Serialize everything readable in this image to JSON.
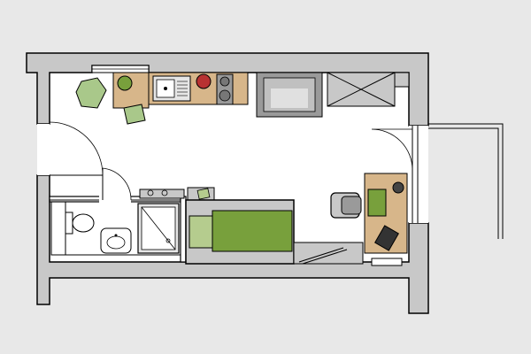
{
  "floor_plan": {
    "colors": {
      "background": "#e8e8e8",
      "floor": "#ffffff",
      "wall": "#c8c8c8",
      "wood": "#d7b68a",
      "green": "#78a03c",
      "light_green": "#b5cc8e",
      "chair_green": "#a9c88a",
      "grey": "#c8c8c8",
      "steel": "#9a9a9a",
      "red": "#b83232"
    },
    "rooms": [
      "studio-room",
      "bathroom"
    ],
    "furniture": [
      "kitchen-counter",
      "sink",
      "hob",
      "cooker-hood",
      "wardrobe",
      "dining-table",
      "dining-chair",
      "bed",
      "pillow",
      "sofa-bench",
      "desk",
      "office-chair",
      "laptop",
      "shower-tray",
      "toilet",
      "washbasin",
      "balcony"
    ]
  }
}
